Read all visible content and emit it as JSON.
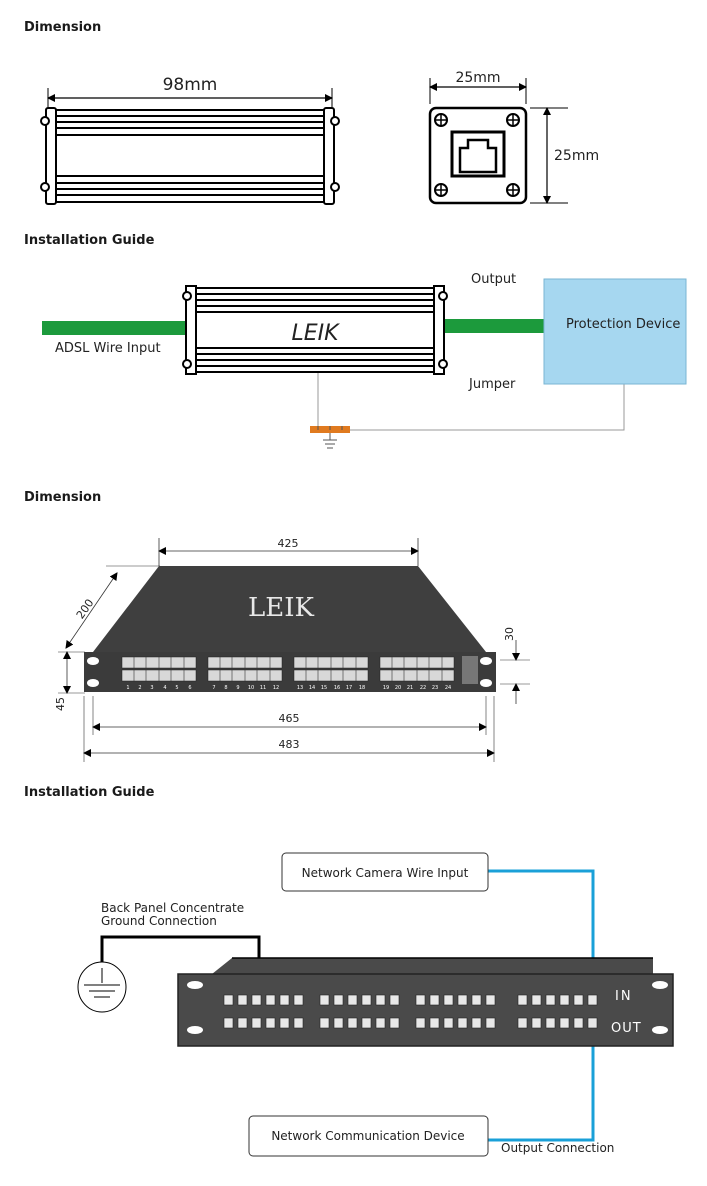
{
  "sections": [
    {
      "heading": "Dimension"
    },
    {
      "heading": "Installation Guide"
    },
    {
      "heading": "Dimension"
    },
    {
      "heading": "Installation Guide"
    }
  ],
  "dim1": {
    "length": "98mm",
    "width": "25mm",
    "height": "25mm"
  },
  "install1": {
    "brand": "LEIK",
    "output": "Output",
    "input": "ADSL Wire Input",
    "jumper": "Jumper",
    "device": "Protection Device",
    "colors": {
      "wire": "#1c9a3c",
      "device": "#a6d7f0",
      "ground": "#e07a1f"
    }
  },
  "dim2": {
    "brand": "LEIK",
    "top": "425",
    "depth": "200",
    "height_total": "45",
    "height_panel": "30",
    "inner": "465",
    "outer": "483",
    "port_numbers": [
      "1",
      "2",
      "3",
      "4",
      "5",
      "6",
      "7",
      "8",
      "9",
      "10",
      "11",
      "12",
      "13",
      "14",
      "15",
      "16",
      "17",
      "18",
      "19",
      "20",
      "21",
      "22",
      "23",
      "24"
    ]
  },
  "install2": {
    "camera": "Network Camera Wire Input",
    "ground_line1": "Back Panel Concentrate",
    "ground_line2": "Ground Connection",
    "in_label": "IN",
    "out_label": "OUT",
    "comm": "Network Communication Device",
    "output_conn": "Output Connection",
    "colors": {
      "cable": "#1aa0d8",
      "panel": "#4a4a4a"
    }
  }
}
